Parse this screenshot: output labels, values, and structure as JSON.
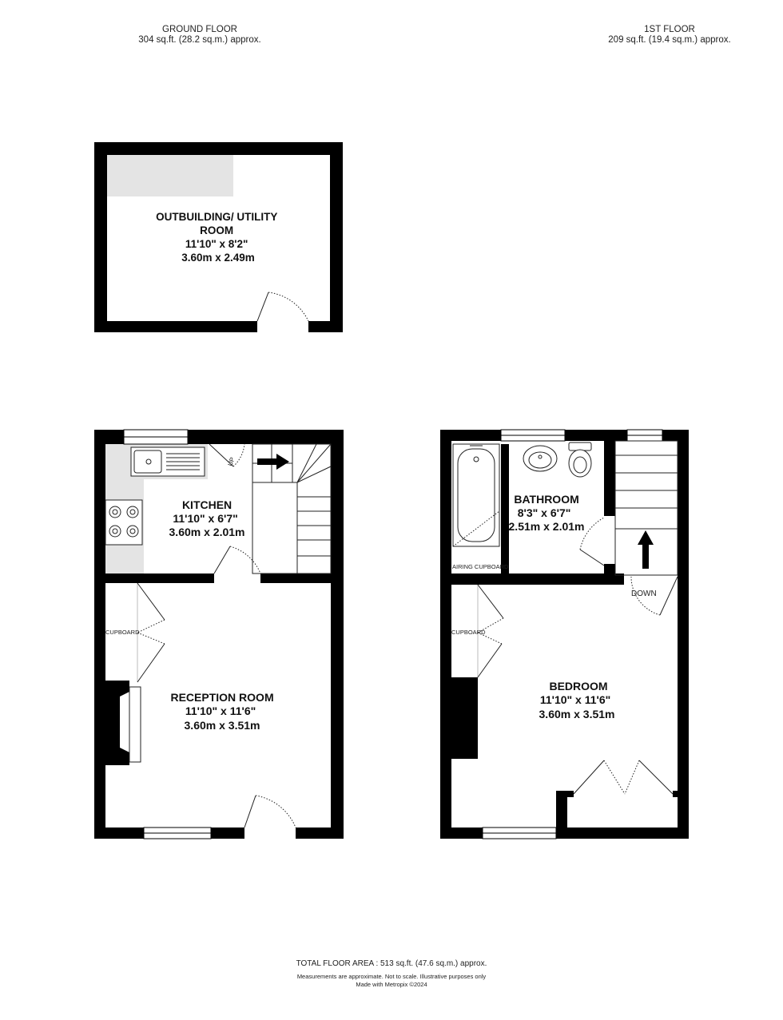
{
  "ground_floor": {
    "title": "GROUND FLOOR",
    "area": "304 sq.ft. (28.2 sq.m.) approx.",
    "rooms": [
      {
        "name": "OUTBUILDING/ UTILITY",
        "name2": "ROOM",
        "imperial": "11'10\"  x 8'2\"",
        "metric": "3.60m  x 2.49m"
      },
      {
        "name": "KITCHEN",
        "imperial": "11'10\"  x 6'7\"",
        "metric": "3.60m  x 2.01m"
      },
      {
        "name": "RECEPTION ROOM",
        "imperial": "11'10\"  x 11'6\"",
        "metric": "3.60m  x 3.51m"
      }
    ],
    "cupboard_label": "CUPBOARD",
    "up_label": "UP"
  },
  "first_floor": {
    "title": "1ST FLOOR",
    "area": "209 sq.ft. (19.4 sq.m.) approx.",
    "rooms": [
      {
        "name": "BATHROOM",
        "imperial": "8'3\"  x 6'7\"",
        "metric": "2.51m  x 2.01m"
      },
      {
        "name": "BEDROOM",
        "imperial": "11'10\"  x 11'6\"",
        "metric": "3.60m  x 3.51m"
      }
    ],
    "airing_cupboard_label": "AIRING CUPBOARD",
    "cupboard_label": "CUPBOARD",
    "down_label": "DOWN"
  },
  "footer": {
    "total": "TOTAL FLOOR AREA : 513 sq.ft. (47.6 sq.m.) approx.",
    "disclaimer": "Measurements are approximate.  Not to scale.  Illustrative purposes only",
    "credit": "Made with Metropix ©2024"
  },
  "colors": {
    "wall": "#000000",
    "fitted": "#e4e4e4",
    "window": "#ffffff"
  }
}
